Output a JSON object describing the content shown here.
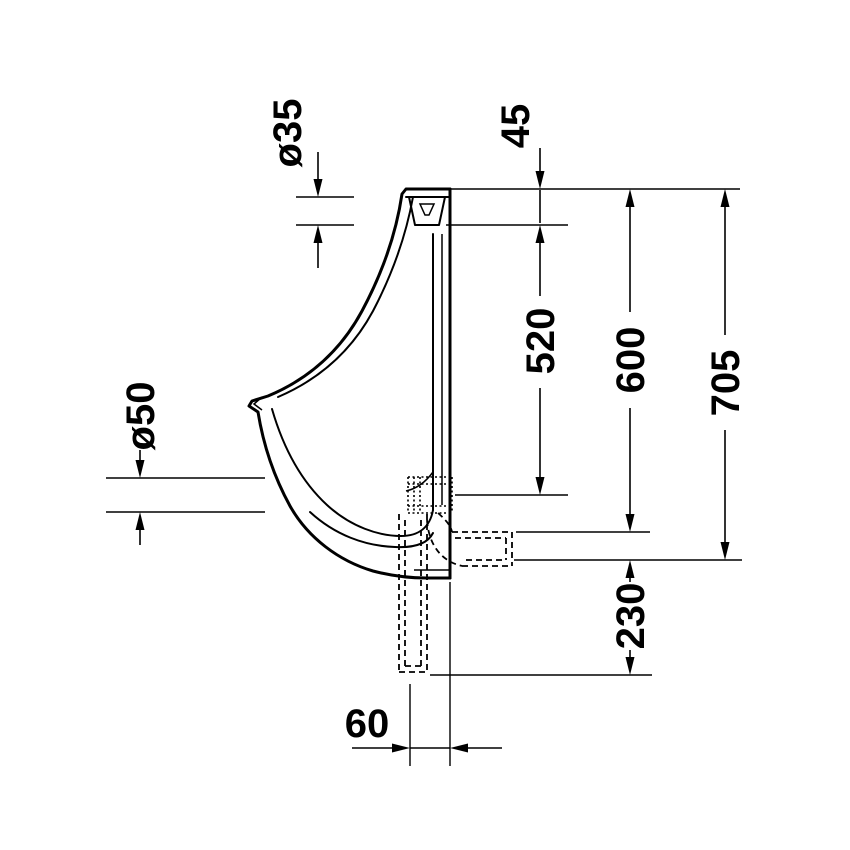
{
  "page": {
    "background": "#ffffff",
    "line_color": "#000000"
  },
  "drawing": {
    "dimensions": {
      "d35": {
        "label": "ø35"
      },
      "d45": {
        "label": "45"
      },
      "d520": {
        "label": "520"
      },
      "d600": {
        "label": "600"
      },
      "d705": {
        "label": "705"
      },
      "d50": {
        "label": "ø50"
      },
      "d230": {
        "label": "230"
      },
      "d60": {
        "label": "60"
      }
    }
  }
}
